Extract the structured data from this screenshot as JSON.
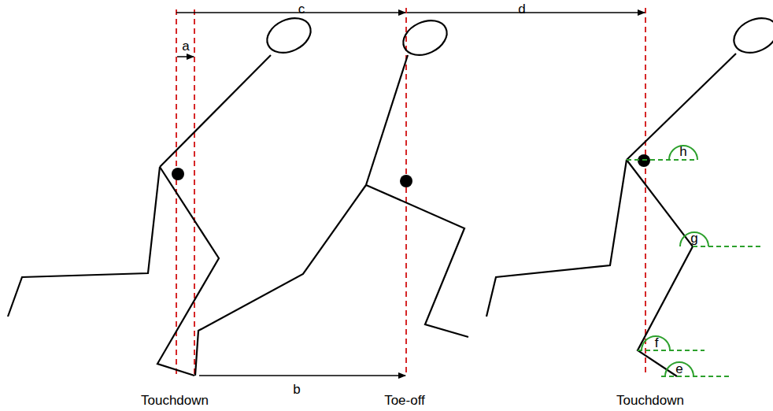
{
  "diagram": {
    "labels": [
      "c",
      "d",
      "a",
      "h",
      "g",
      "f",
      "e",
      "b",
      "Touchdown",
      "Toe-off",
      "Touchdown"
    ]
  }
}
